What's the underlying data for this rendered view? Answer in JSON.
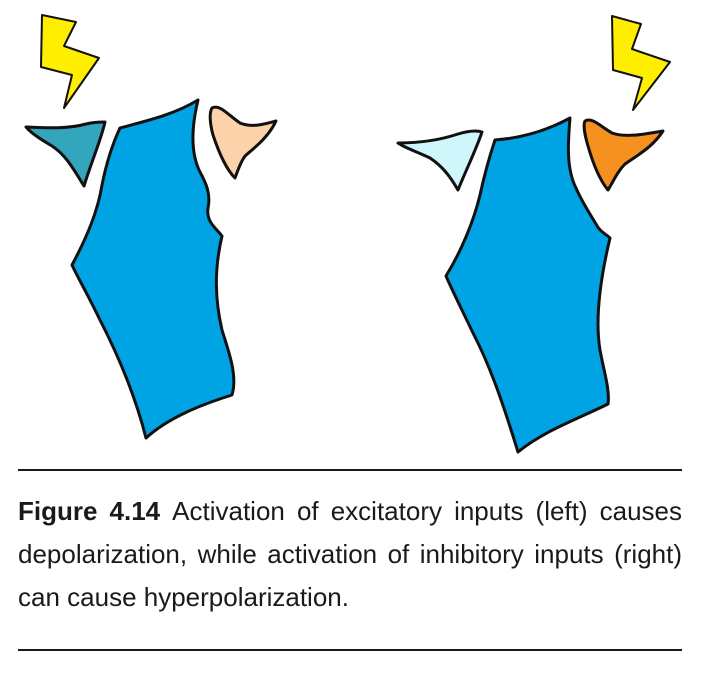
{
  "caption": {
    "label": "Figure 4.14",
    "text": "Activation of excitatory inputs (left) causes depolarization, while activation of inhibitory inputs (right) can cause hyperpolarization."
  },
  "colors": {
    "dendrite": "#00a4e4",
    "stroke": "#111111",
    "lightning": "#ffee00",
    "left_excitatory_terminal": "#33a6bd",
    "left_inhibitory_terminal": "#fcd2aa",
    "right_excitatory_terminal": "#cff6fa",
    "right_inhibitory_terminal": "#f6901e"
  },
  "icons": {
    "stimulus": "lightning-bolt-icon"
  },
  "panels": [
    {
      "side": "left",
      "activated_input": "excitatory"
    },
    {
      "side": "right",
      "activated_input": "inhibitory"
    }
  ]
}
